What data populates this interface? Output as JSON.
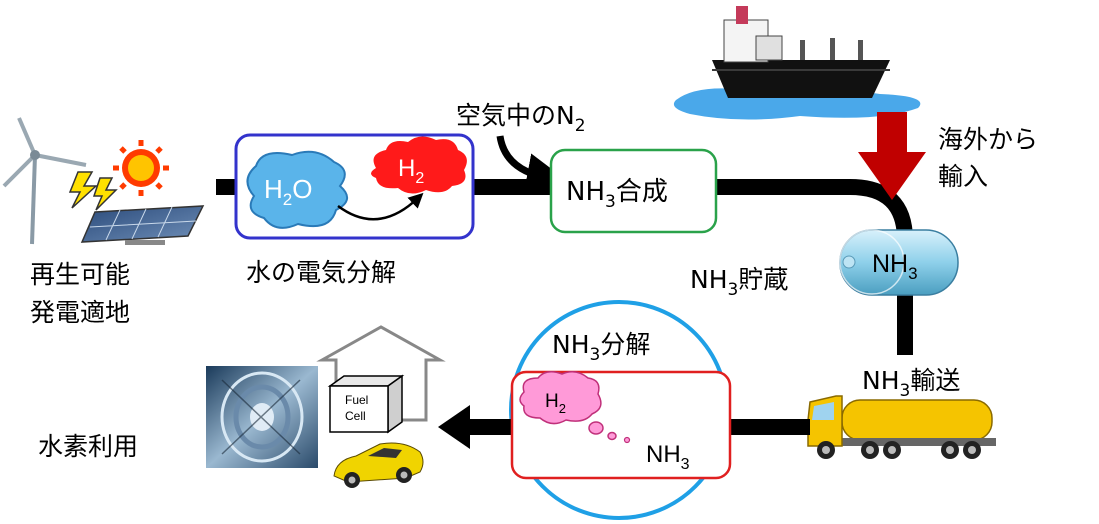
{
  "labels": {
    "renewable_line1": "再生可能",
    "renewable_line2": "発電適地",
    "electrolysis": "水の電気分解",
    "air_n2_prefix": "空気中のN",
    "air_n2_sub": "2",
    "import_line1": "海外から",
    "import_line2": "輸入",
    "storage_prefix": "NH",
    "storage_sub": "3",
    "storage_suffix": "貯蔵",
    "transport_prefix": "NH",
    "transport_sub": "3",
    "transport_suffix": "輸送",
    "decomposition_prefix": "NH",
    "decomposition_sub": "3",
    "decomposition_suffix": "分解",
    "hydrogen_use": "水素利用"
  },
  "boxes": {
    "water_formula_main": "H",
    "water_formula_sub": "2",
    "water_formula_end": "O",
    "h2_cloud_main": "H",
    "h2_cloud_sub": "2",
    "synthesis_prefix": "NH",
    "synthesis_sub": "3",
    "synthesis_suffix": "合成",
    "tank_main": "NH",
    "tank_sub": "3",
    "decomp_h2_main": "H",
    "decomp_h2_sub": "2",
    "decomp_nh3_main": "NH",
    "decomp_nh3_sub": "3"
  },
  "fuel_cell": {
    "line1": "Fuel",
    "line2": "Cell"
  },
  "colors": {
    "flow_line": "#000000",
    "electrolysis_border": "#3333cc",
    "synthesis_border": "#2aa24a",
    "decomp_circle": "#1fa0e6",
    "decomp_box_border": "#e02020",
    "import_arrow": "#c00000",
    "h2_cloud": "#ff1a1a",
    "decomp_cloud": "#ff9ad8",
    "water_blob": "#5ab4ea",
    "tank": "#8ed0ea",
    "truck_yellow": "#f5c400",
    "sea": "#4aa8ea"
  }
}
